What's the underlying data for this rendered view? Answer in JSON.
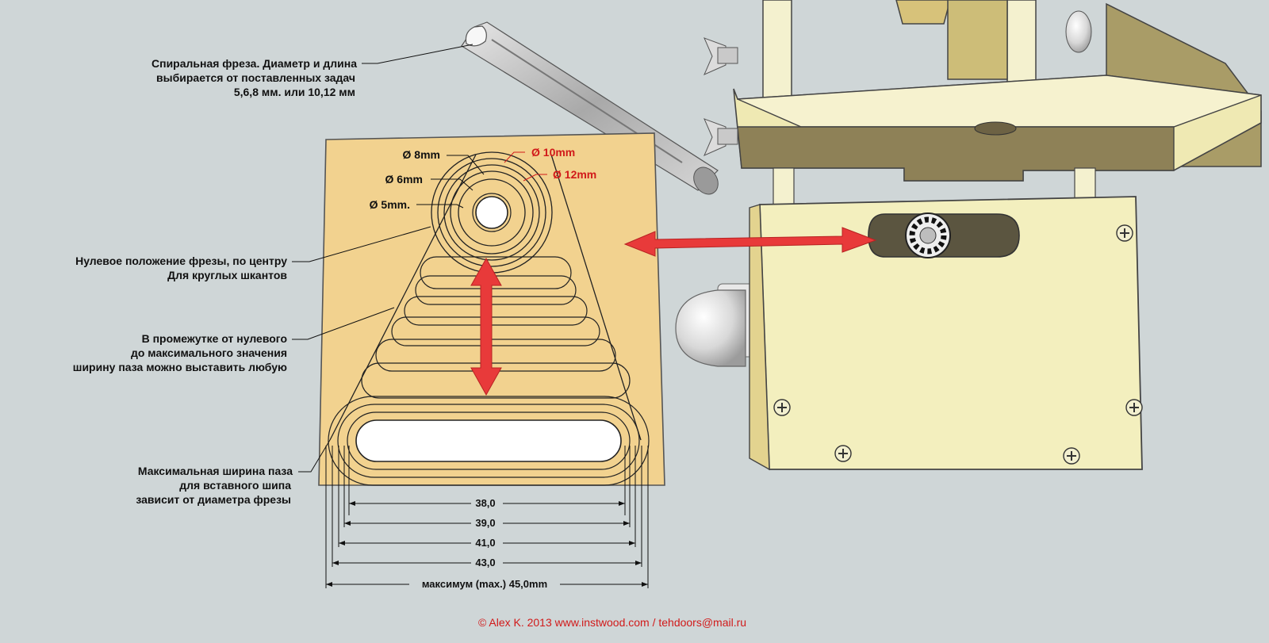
{
  "annotations": {
    "cutter": [
      "Спиральная фреза. Диаметр и длина",
      "выбирается от поставленных задач",
      "5,6,8 мм. или 10,12 мм"
    ],
    "zero_position": [
      "Нулевое положение фрезы, по центру",
      "Для круглых шкантов"
    ],
    "range": [
      "В промежутке от нулевого",
      "до максимального значения",
      "ширину паза можно выставить любую"
    ],
    "max_width": [
      "Максимальная ширина паза",
      "для вставного шипа",
      "зависит от диаметра фрезы"
    ]
  },
  "diameters": {
    "d8": "Ø 8mm",
    "d6": "Ø 6mm",
    "d5": "Ø 5mm.",
    "d10": "Ø 10mm",
    "d12": "Ø 12mm"
  },
  "dimensions": [
    "38,0",
    "39,0",
    "41,0",
    "43,0",
    "максимум (max.) 45,0mm"
  ],
  "credit": "© Alex K. 2013 www.instwood.com / tehdoors@mail.ru",
  "colors": {
    "background": "#cfd6d7",
    "plate": "#f2d28f",
    "machine_body": "#f3efbe",
    "arrow": "#e83a3a",
    "accent_text": "#d11a1a"
  }
}
